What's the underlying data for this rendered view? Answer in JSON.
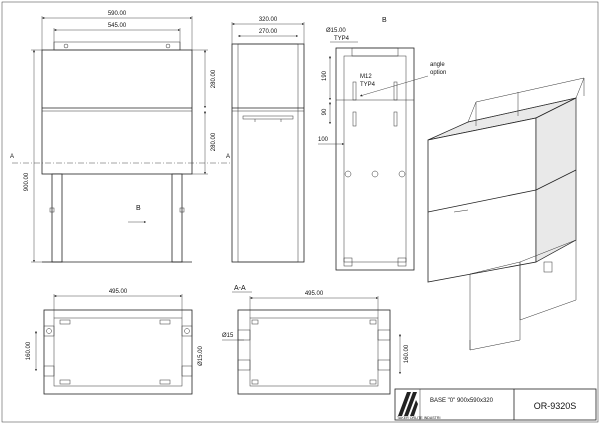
{
  "front_view": {
    "width_overall": "590.00",
    "width_inner": "545.00",
    "height_upper": "280.00",
    "height_lower": "280.00",
    "height_total": "900.00",
    "section_mark_left": "A",
    "section_mark_right": "A",
    "view_arrow": "B"
  },
  "side_view": {
    "depth_overall": "320.00",
    "depth_inner": "270.00"
  },
  "back_view": {
    "title": "B",
    "hole_dia": "Ø15.00",
    "typ_a": "TYP4",
    "thread": "M12",
    "typ_b": "TYP4",
    "dim_190": "190",
    "dim_90": "90",
    "dim_100": "100",
    "note_line1": "angle",
    "note_line2": "option"
  },
  "top_view": {
    "width": "495.00",
    "height": "160.00",
    "hole_dia": "Ø15.00"
  },
  "section_view": {
    "title": "A-A",
    "width": "495.00",
    "hole_dia": "Ø15",
    "height": "160.00"
  },
  "title_block": {
    "description": "BASE \"0\" 900x590x320",
    "company": "TAKER ORLITE INDASTRI",
    "part_number": "OR-9320S"
  }
}
